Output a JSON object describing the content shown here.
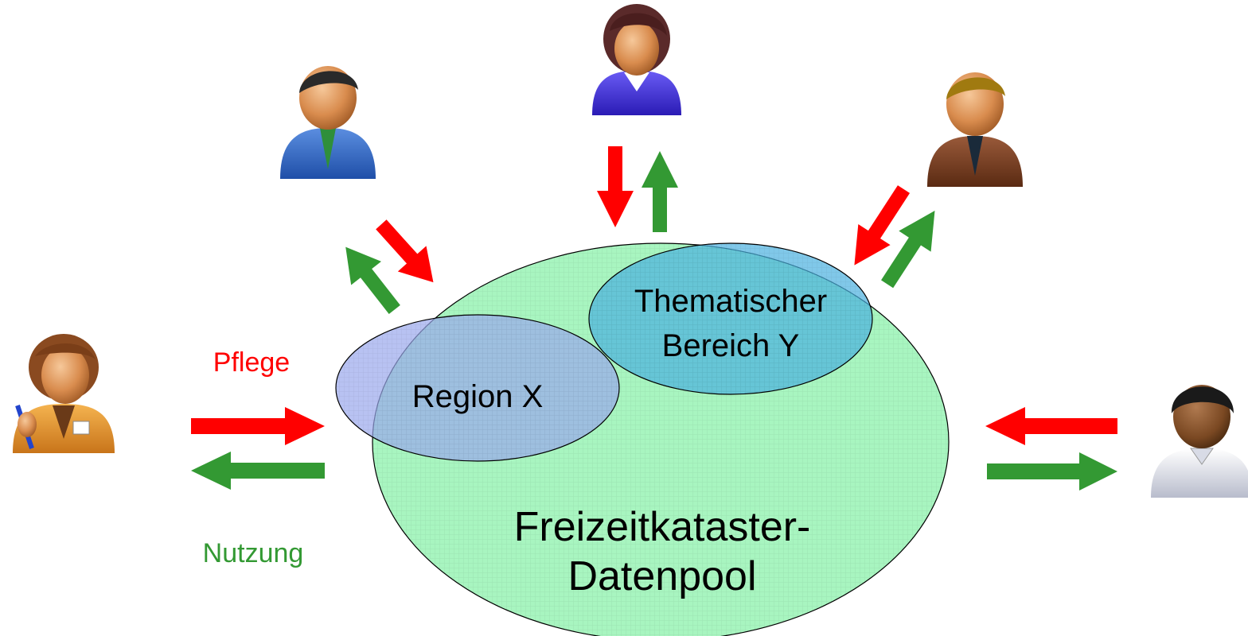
{
  "diagram": {
    "pool_label_line1": "Freizeitkataster-",
    "pool_label_line2": "Datenpool",
    "region_label": "Region X",
    "thematic_label_line1": "Thematischer",
    "thematic_label_line2": "Bereich Y",
    "legend": {
      "maintenance_label": "Pflege",
      "usage_label": "Nutzung"
    }
  },
  "colors": {
    "maintenance_arrow": "#ff0000",
    "usage_arrow": "#339933",
    "pool_fill": "#a8f5c0",
    "region_fill": "#a8b4f0",
    "thematic_fill": "#5db8e0"
  },
  "icons": [
    "person-pencil-icon",
    "person-blue-suit-icon",
    "person-purple-woman-icon",
    "person-brown-suit-icon",
    "person-white-shirt-icon"
  ]
}
